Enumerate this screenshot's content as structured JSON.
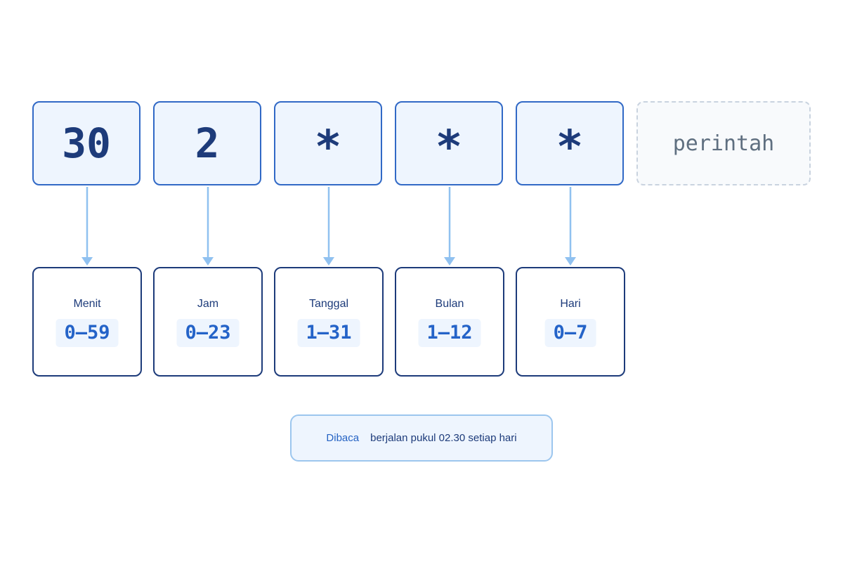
{
  "fields": [
    {
      "value": "30",
      "name": "Menit",
      "range": "0–59"
    },
    {
      "value": "2",
      "name": "Jam",
      "range": "0–23"
    },
    {
      "value": "*",
      "name": "Tanggal",
      "range": "1–31"
    },
    {
      "value": "*",
      "name": "Bulan",
      "range": "1–12"
    },
    {
      "value": "*",
      "name": "Hari",
      "range": "0–7"
    }
  ],
  "command": {
    "label": "perintah"
  },
  "readout": {
    "prefix": "Dibaca",
    "text": "berjalan pukul 02.30 setiap hari"
  },
  "colors": {
    "field_border": "#3169c6",
    "field_fill": "#eef5fe",
    "value_text": "#1d3b7a",
    "range_text": "#2463c8",
    "connector": "#90c1f0",
    "command_border": "#c9d3df"
  }
}
